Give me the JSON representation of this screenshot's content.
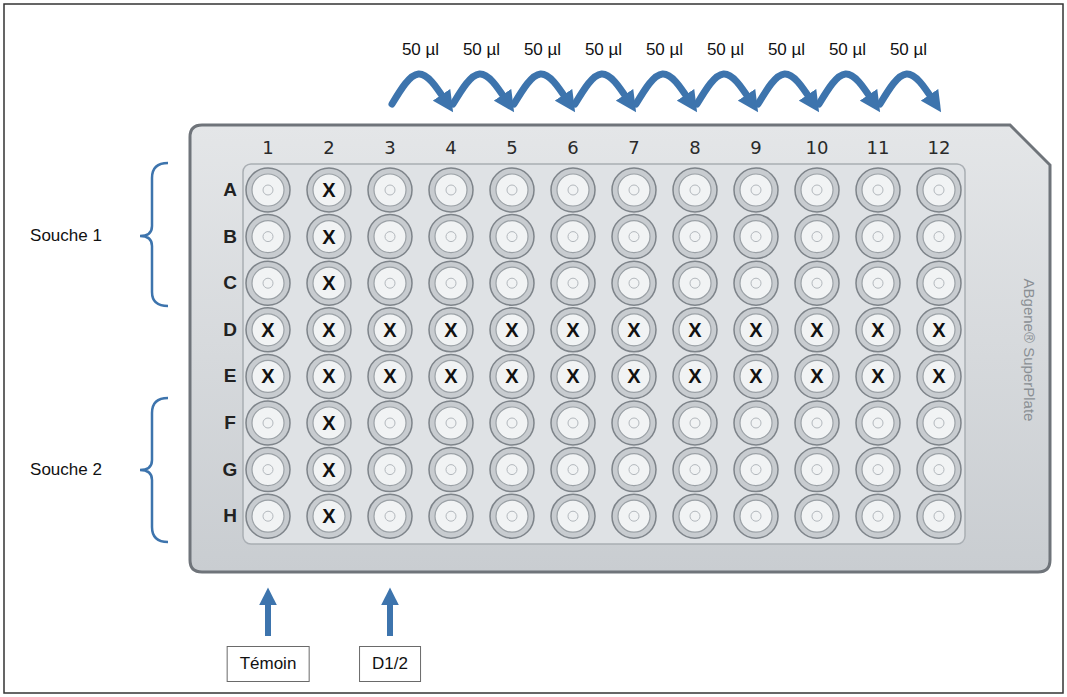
{
  "diagram": {
    "nodes": [
      {
        "text": [
          "Témoin"
        ]
      },
      {
        "text": [
          "D1/2"
        ]
      }
    ],
    "labels": [
      "50 µl",
      "50 µl",
      "50 µl",
      "50 µl",
      "50 µl",
      "50 µl",
      "50 µl",
      "50 µl",
      "50 µl",
      "1",
      "2",
      "3",
      "4",
      "5",
      "6",
      "7",
      "8",
      "9",
      "10",
      "11",
      "12",
      "A",
      "B",
      "C",
      "D",
      "E",
      "F",
      "G",
      "H",
      "X",
      "X",
      "X",
      "X",
      "X",
      "X",
      "X",
      "X",
      "X",
      "X",
      "X",
      "X",
      "X",
      "X",
      "X",
      "X",
      "X",
      "X",
      "X",
      "X",
      "X",
      "X",
      "X",
      "X",
      "X",
      "X",
      "X",
      "X",
      "X",
      "X",
      "Souche 1",
      "Souche 2",
      "ABgene® SuperPlate"
    ]
  }
}
